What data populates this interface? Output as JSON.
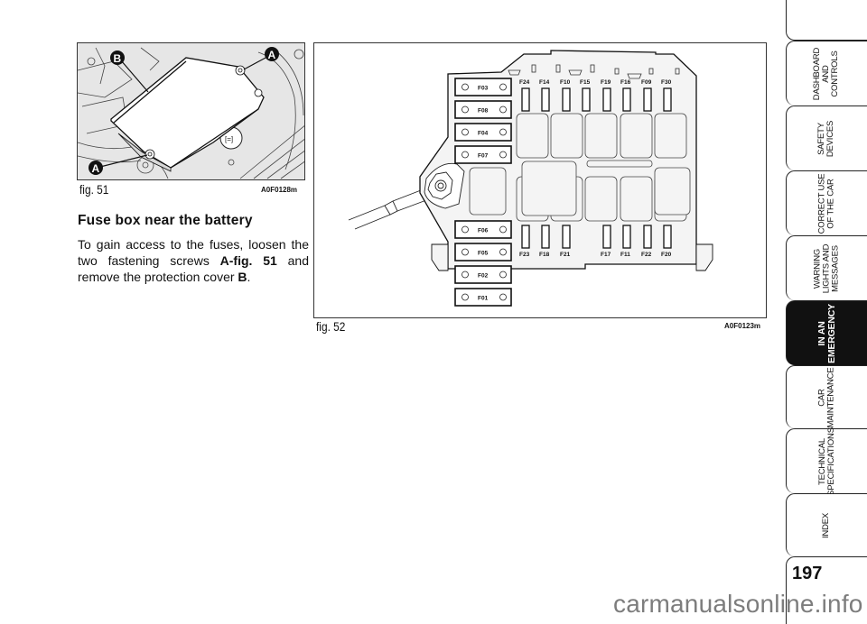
{
  "figures": {
    "fig51": {
      "caption": "fig. 51",
      "code": "A0F0128m",
      "callouts": [
        "A",
        "A",
        "B"
      ]
    },
    "fig52": {
      "caption": "fig. 52",
      "code": "A0F0123m",
      "maxi_fuses_top": [
        "F03",
        "F08",
        "F04",
        "F07"
      ],
      "maxi_fuses_bottom": [
        "F06",
        "F05",
        "F02",
        "F01"
      ],
      "mini_fuses_top": [
        "F24",
        "F14",
        "F10",
        "F15",
        "F19",
        "F16",
        "F09",
        "F30"
      ],
      "mini_fuses_bottom_left": [
        "F23",
        "F18",
        "F21"
      ],
      "mini_fuses_bottom_right": [
        "F17",
        "F11",
        "F22",
        "F20"
      ]
    }
  },
  "section": {
    "title": "Fuse box near the battery",
    "body_part1": "To gain access to the fuses, loosen the two fastening screws ",
    "body_bold1": "A-fig. 51",
    "body_part2": " and remove the protection cover ",
    "body_bold2": "B",
    "body_part3": "."
  },
  "tabs": [
    {
      "label": "DASHBOARD\nAND\nCONTROLS",
      "active": false
    },
    {
      "label": "SAFETY\nDEVICES",
      "active": false
    },
    {
      "label": "CORRECT USE\nOF THE CAR",
      "active": false
    },
    {
      "label": "WARNING\nLIGHTS AND\nMESSAGES",
      "active": false
    },
    {
      "label": "IN AN\nEMERGENCY",
      "active": true
    },
    {
      "label": "CAR\nMAINTENANCE",
      "active": false
    },
    {
      "label": "TECHNICAL\nSPECIFICATIONS",
      "active": false
    },
    {
      "label": "INDEX",
      "active": false
    }
  ],
  "page_number": "197",
  "watermark": "carmanualsonline.info"
}
